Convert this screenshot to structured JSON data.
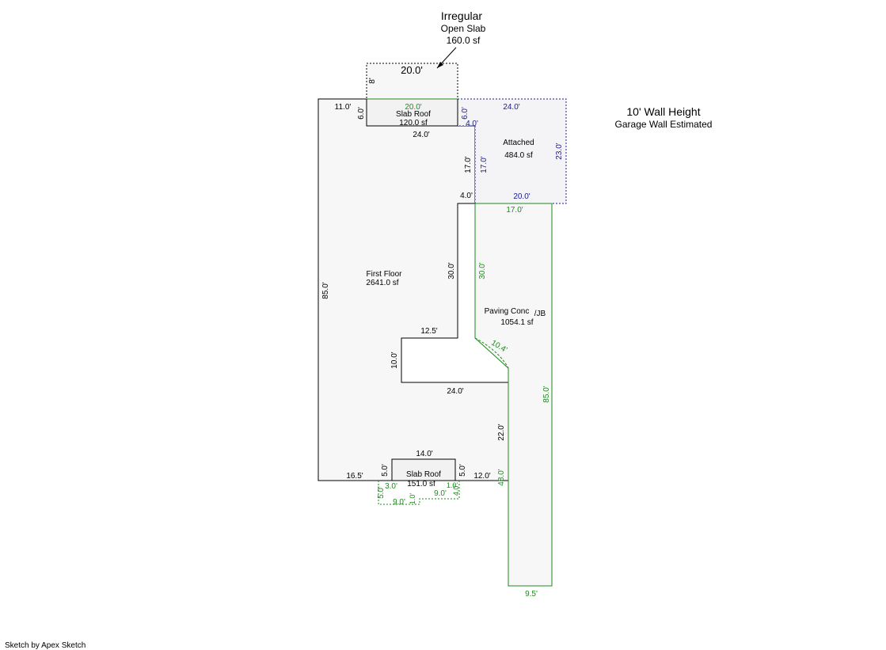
{
  "header_note": {
    "title": "Irregular",
    "line2": "Open Slab",
    "line3": "160.0 sf"
  },
  "side_note": {
    "title": "10' Wall Height",
    "subtitle": "Garage Wall Estimated"
  },
  "footer": {
    "credit": "Sketch by Apex Sketch"
  },
  "areas": {
    "first_floor": {
      "name": "First Floor",
      "area": "2641.0 sf"
    },
    "slab_roof_top": {
      "name": "Slab Roof",
      "area": "120.0 sf"
    },
    "attached": {
      "name": "Attached",
      "area": "484.0 sf"
    },
    "paving": {
      "name": "Paving Conc",
      "area": "1054.1 sf",
      "tag": "/JB"
    },
    "slab_roof_bottom": {
      "name": "Slab Roof",
      "area": "151.0 sf"
    }
  },
  "dims": {
    "open_slab_width": "20.0'",
    "open_slab_height": "8'",
    "ff_top_left": "11.0'",
    "ff_notch_height": "6.0'",
    "slab_top_width": "20.0'",
    "slab_top_right": "6.0'",
    "ff_notch_bottom": "24.0'",
    "ff_step_4": "4.0'",
    "ff_17_black": "17.0'",
    "ff_step_4b": "4.0'",
    "ff_30_black": "30.0'",
    "ff_85_left": "85.0'",
    "ff_12_5": "12.5'",
    "ff_10": "10.0'",
    "ff_24_mid": "24.0'",
    "ff_22": "22.0'",
    "ff_16_5": "16.5'",
    "ff_12": "12.0'",
    "slab_bot_14": "14.0'",
    "slab_bot_5_left": "5.0'",
    "slab_bot_5_right": "5.0'",
    "att_24_top": "24.0'",
    "att_23_right": "23.0'",
    "att_17_left": "17.0'",
    "att_20_bottom": "20.0'",
    "pav_17_top": "17.0'",
    "pav_30": "30.0'",
    "pav_10_4": "10.4'",
    "pav_85": "85.0'",
    "pav_48": "48.0'",
    "pav_9_5": "9.5'",
    "step_5_0": "5.0'",
    "step_3_0": "3.0'",
    "step_9_0a": "9.0'",
    "step_1_0a": "1.0'",
    "step_9_0b": "9.0'",
    "step_1_0b": "1.0'",
    "step_4_0": "4.0'"
  },
  "colors": {
    "outline": "#000000",
    "green": "#1e8b1e",
    "navy": "#1a1a8c",
    "fill": "#f7f7f7"
  }
}
